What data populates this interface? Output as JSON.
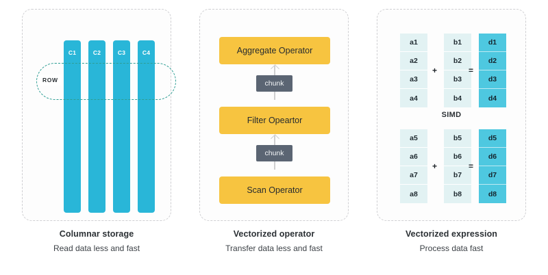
{
  "panels": [
    {
      "id": "columnar-storage",
      "caption_title": "Columnar storage",
      "caption_sub": "Read data less and fast",
      "row_label": "ROW",
      "columns": [
        {
          "label": "C1"
        },
        {
          "label": "C2"
        },
        {
          "label": "C3"
        },
        {
          "label": "C4"
        }
      ]
    },
    {
      "id": "vectorized-operator",
      "caption_title": "Vectorized operator",
      "caption_sub": "Transfer data less and fast",
      "operators": [
        {
          "label": "Aggregate Operator"
        },
        {
          "label": "Filter Opeartor"
        },
        {
          "label": "Scan Operator"
        }
      ],
      "chunks": [
        {
          "label": "chunk"
        },
        {
          "label": "chunk"
        }
      ]
    },
    {
      "id": "vectorized-expression",
      "caption_title": "Vectorized expression",
      "caption_sub": "Process data fast",
      "simd_label": "SIMD",
      "plus_symbol": "+",
      "equals_symbol": "=",
      "groups": [
        {
          "a": [
            "a1",
            "a2",
            "a3",
            "a4"
          ],
          "b": [
            "b1",
            "b2",
            "b3",
            "b4"
          ],
          "d": [
            "d1",
            "d2",
            "d3",
            "d4"
          ]
        },
        {
          "a": [
            "a5",
            "a6",
            "a7",
            "a8"
          ],
          "b": [
            "b5",
            "b6",
            "b7",
            "b8"
          ],
          "d": [
            "d5",
            "d6",
            "d7",
            "d8"
          ]
        }
      ]
    }
  ],
  "colors": {
    "column_blue": "#29b6d8",
    "operator_yellow": "#f7c440",
    "chunk_gray": "#5b6573",
    "cell_light": "#e2f2f3",
    "cell_dark": "#4ec8e0",
    "row_pill_teal": "#2e9e94",
    "panel_border": "#cfcfd2"
  }
}
